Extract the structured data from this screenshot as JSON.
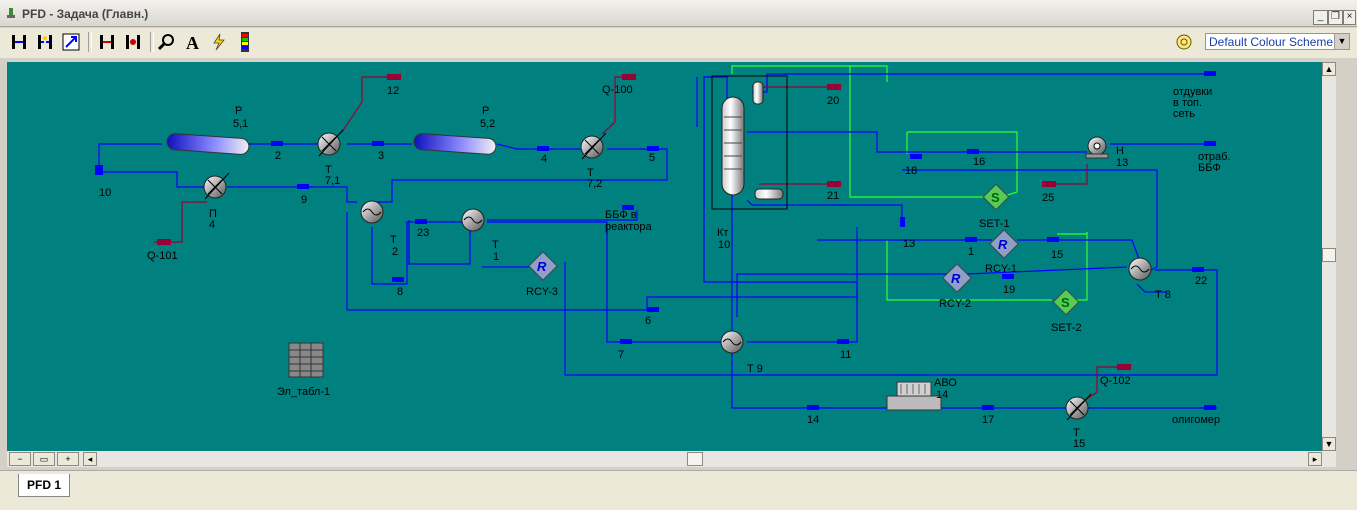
{
  "window": {
    "title": "PFD - Задача (Главн.)"
  },
  "toolbar": {
    "buttons": [
      "add-stream",
      "break-connection",
      "auto-position",
      "attach-mode",
      "size-mode",
      "zoom",
      "add-text",
      "quick-route",
      "palette"
    ]
  },
  "colour_scheme": {
    "selected": "Default Colour Scheme"
  },
  "colors": {
    "canvas": "#00807f",
    "material_stream": "#0000ff",
    "energy_stream": "#990033",
    "logical_connector": "#33ff33"
  },
  "units": {
    "r51_tag": "Р",
    "r51_num": "5,1",
    "r52_tag": "Р",
    "r52_num": "5,2",
    "t71_tag": "Т",
    "t71_num": "7,1",
    "t72_tag": "Т",
    "t72_num": "7,2",
    "p4_tag": "П",
    "p4_num": "4",
    "t2_tag": "Т",
    "t2_num": "2",
    "t1_tag": "Т",
    "t1_num": "1",
    "rcy3": "RCY-3",
    "kt_tag": "Кт",
    "kt_num": "10",
    "h13_tag": "Н",
    "h13_num": "13",
    "set1": "SET-1",
    "rcy1": "RCY-1",
    "rcy2": "RCY-2",
    "set2": "SET-2",
    "t8": "Т 8",
    "t9": "Т 9",
    "avo_tag": "АВО",
    "avo_num": "14",
    "t15_tag": "Т",
    "t15_num": "15",
    "spreadsheet": "Эл_табл-1"
  },
  "streams": {
    "s10": "10",
    "s2": "2",
    "s3": "3",
    "s4": "4",
    "s5": "5",
    "s9": "9",
    "s12": "12",
    "q100": "Q-100",
    "q101": "Q-101",
    "s23": "23",
    "s8": "8",
    "bbf_line1": "ББФ в",
    "bbf_line2": "реактора",
    "s6": "6",
    "s7": "7",
    "s11": "11",
    "s20": "20",
    "s21": "21",
    "s18": "18",
    "s16": "16",
    "s25": "25",
    "s13": "13",
    "s1": "1",
    "s15": "15",
    "s19": "19",
    "s22": "22",
    "s14": "14",
    "s17": "17",
    "q102": "Q-102",
    "otd_line1": "отдувки",
    "otd_line2": "в топ.",
    "otd_line3": "сеть",
    "otr_line1": "отраб.",
    "otr_line2": "ББФ",
    "oligomer": "олигомер"
  },
  "tabs": [
    "PFD 1"
  ]
}
